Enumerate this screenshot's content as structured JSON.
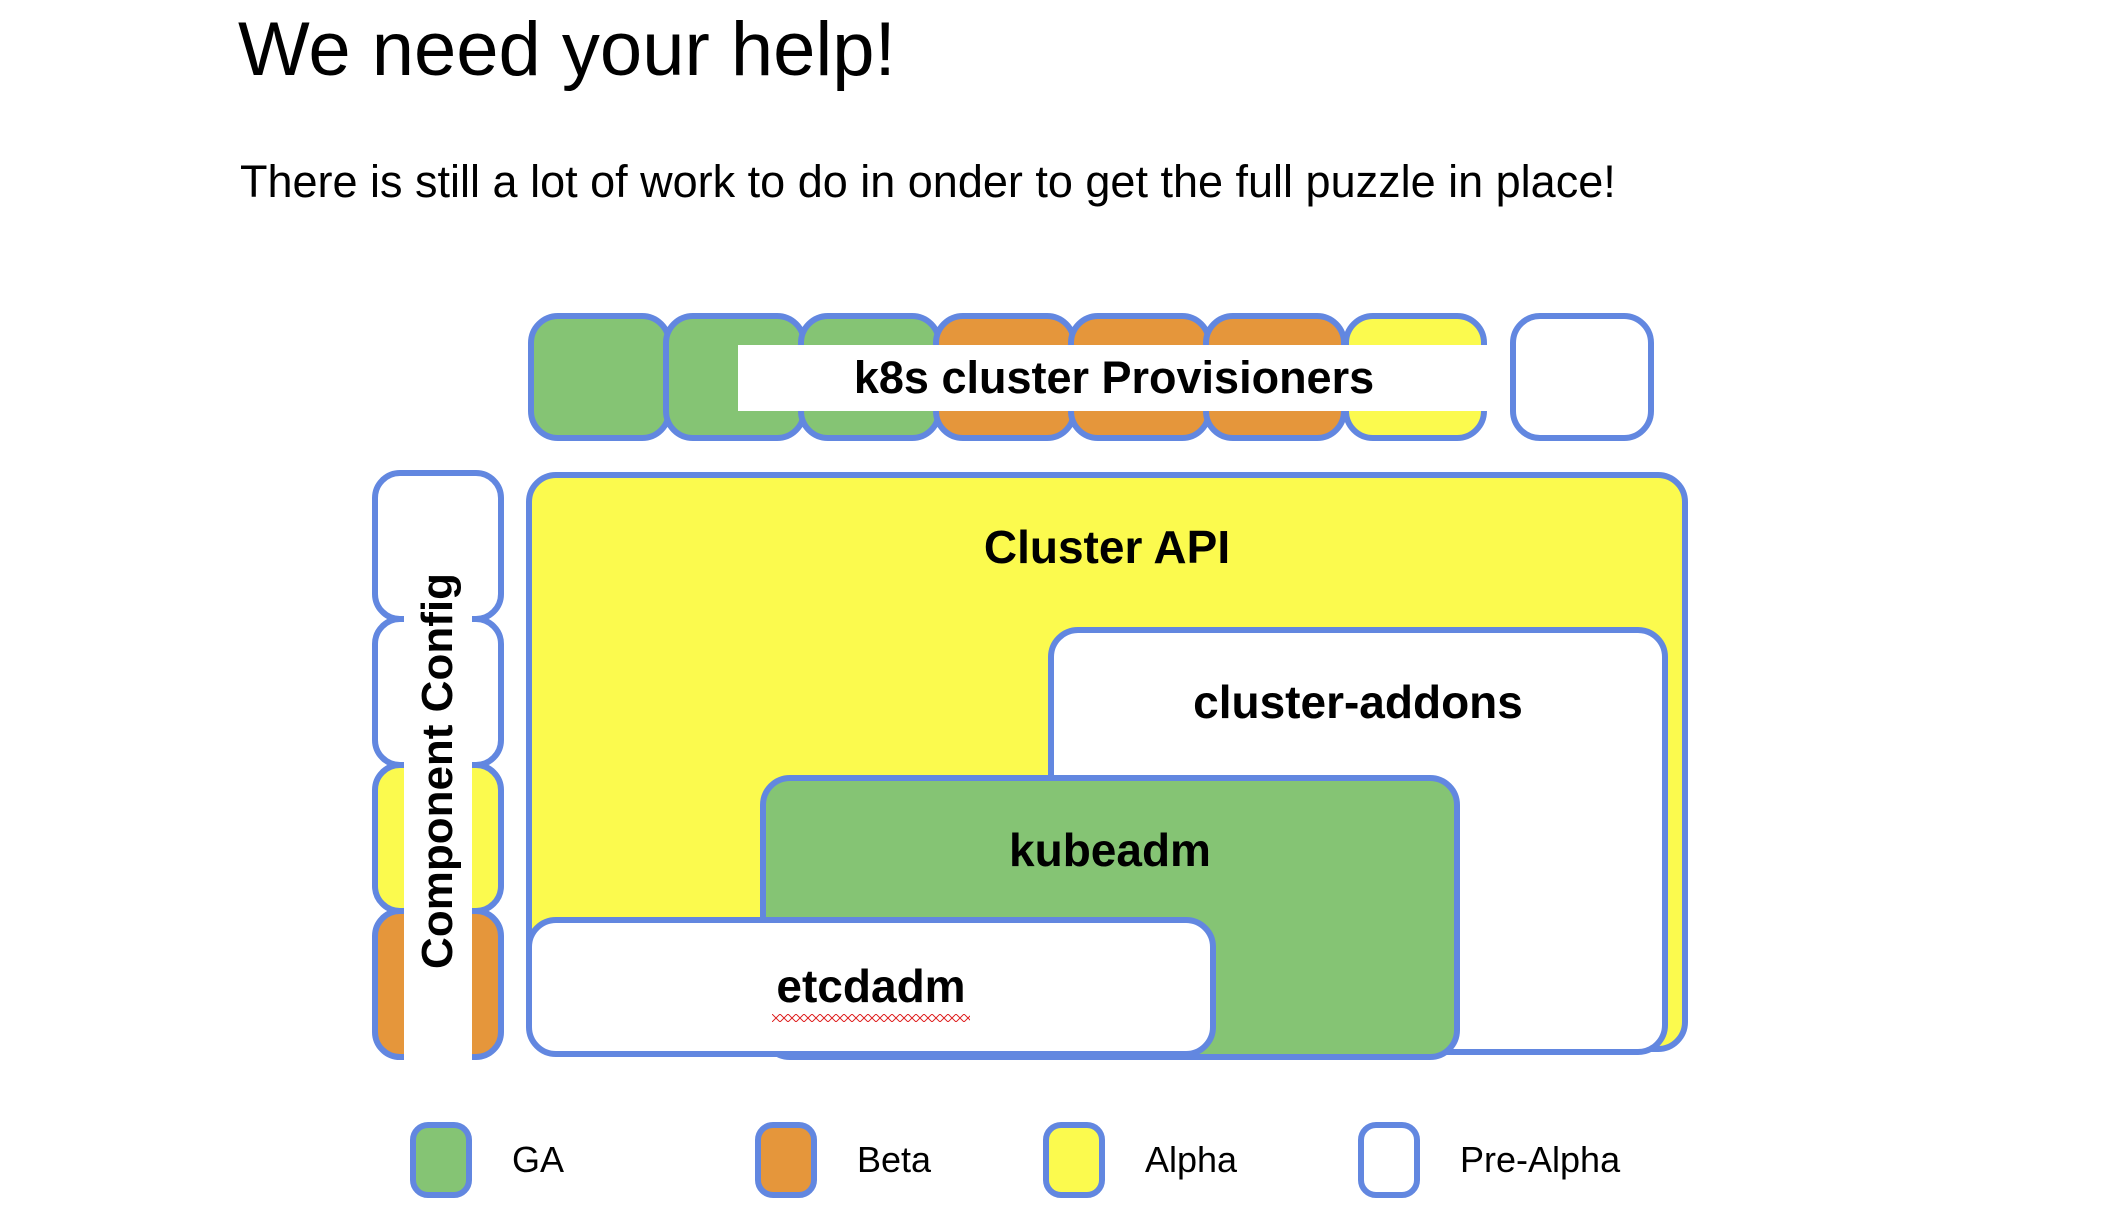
{
  "slide": {
    "title": "We need your help!",
    "subtitle": "There is still a lot of work to do in onder to get the full puzzle in place!"
  },
  "colors": {
    "ga": "#85C474",
    "beta": "#E5963B",
    "alpha": "#FBFA4E",
    "prealpha": "#FFFFFF",
    "border": "#6287E0",
    "text": "#000000",
    "background": "#FFFFFF",
    "spellcheck_underline": "#E03030"
  },
  "provisioner_row": {
    "label": "k8s cluster Provisioners",
    "boxes": [
      {
        "name": "provisioner-1",
        "status": "GA",
        "fill": "ga"
      },
      {
        "name": "provisioner-2",
        "status": "GA",
        "fill": "ga"
      },
      {
        "name": "provisioner-3",
        "status": "GA",
        "fill": "ga"
      },
      {
        "name": "provisioner-4",
        "status": "Beta",
        "fill": "beta"
      },
      {
        "name": "provisioner-5",
        "status": "Beta",
        "fill": "beta"
      },
      {
        "name": "provisioner-6",
        "status": "Beta",
        "fill": "beta"
      },
      {
        "name": "provisioner-7",
        "status": "Alpha",
        "fill": "alpha"
      },
      {
        "name": "provisioner-8",
        "status": "Pre-Alpha",
        "fill": "prealpha"
      }
    ]
  },
  "component_config": {
    "label": "Component Config",
    "boxes": [
      {
        "name": "component-config-1",
        "status": "Pre-Alpha",
        "fill": "prealpha"
      },
      {
        "name": "component-config-2",
        "status": "Pre-Alpha",
        "fill": "prealpha"
      },
      {
        "name": "component-config-3",
        "status": "Alpha",
        "fill": "alpha"
      },
      {
        "name": "component-config-4",
        "status": "Beta",
        "fill": "beta"
      }
    ]
  },
  "stack": {
    "cluster_api": {
      "label": "Cluster API",
      "status": "Alpha"
    },
    "cluster_addons": {
      "label": "cluster-addons",
      "status": "Pre-Alpha"
    },
    "kubeadm": {
      "label": "kubeadm",
      "status": "GA"
    },
    "etcdadm": {
      "label": "etcdadm",
      "status": "Pre-Alpha",
      "spellchecked": true
    }
  },
  "legend": {
    "items": [
      {
        "label": "GA",
        "fill": "ga"
      },
      {
        "label": "Beta",
        "fill": "beta"
      },
      {
        "label": "Alpha",
        "fill": "alpha"
      },
      {
        "label": "Pre-Alpha",
        "fill": "prealpha"
      }
    ]
  }
}
